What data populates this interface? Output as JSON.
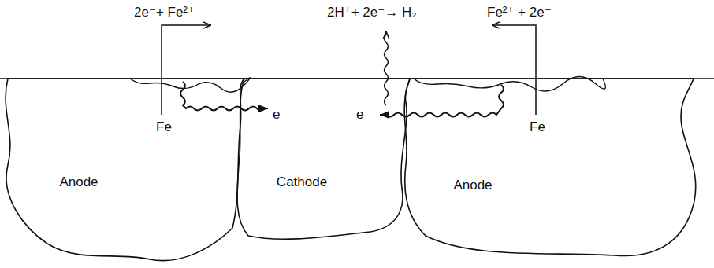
{
  "diagram": {
    "nodes": [
      {
        "text": [
          "Anode"
        ]
      },
      {
        "text": [
          "Cathode"
        ]
      },
      {
        "text": [
          "Anode"
        ]
      }
    ],
    "labels": [
      "2e⁻+ Fe²⁺",
      "2H⁺+ 2e⁻→ H₂",
      "Fe²⁺ + 2e⁻",
      "Fe",
      "Fe",
      "e⁻",
      "e⁻"
    ]
  }
}
